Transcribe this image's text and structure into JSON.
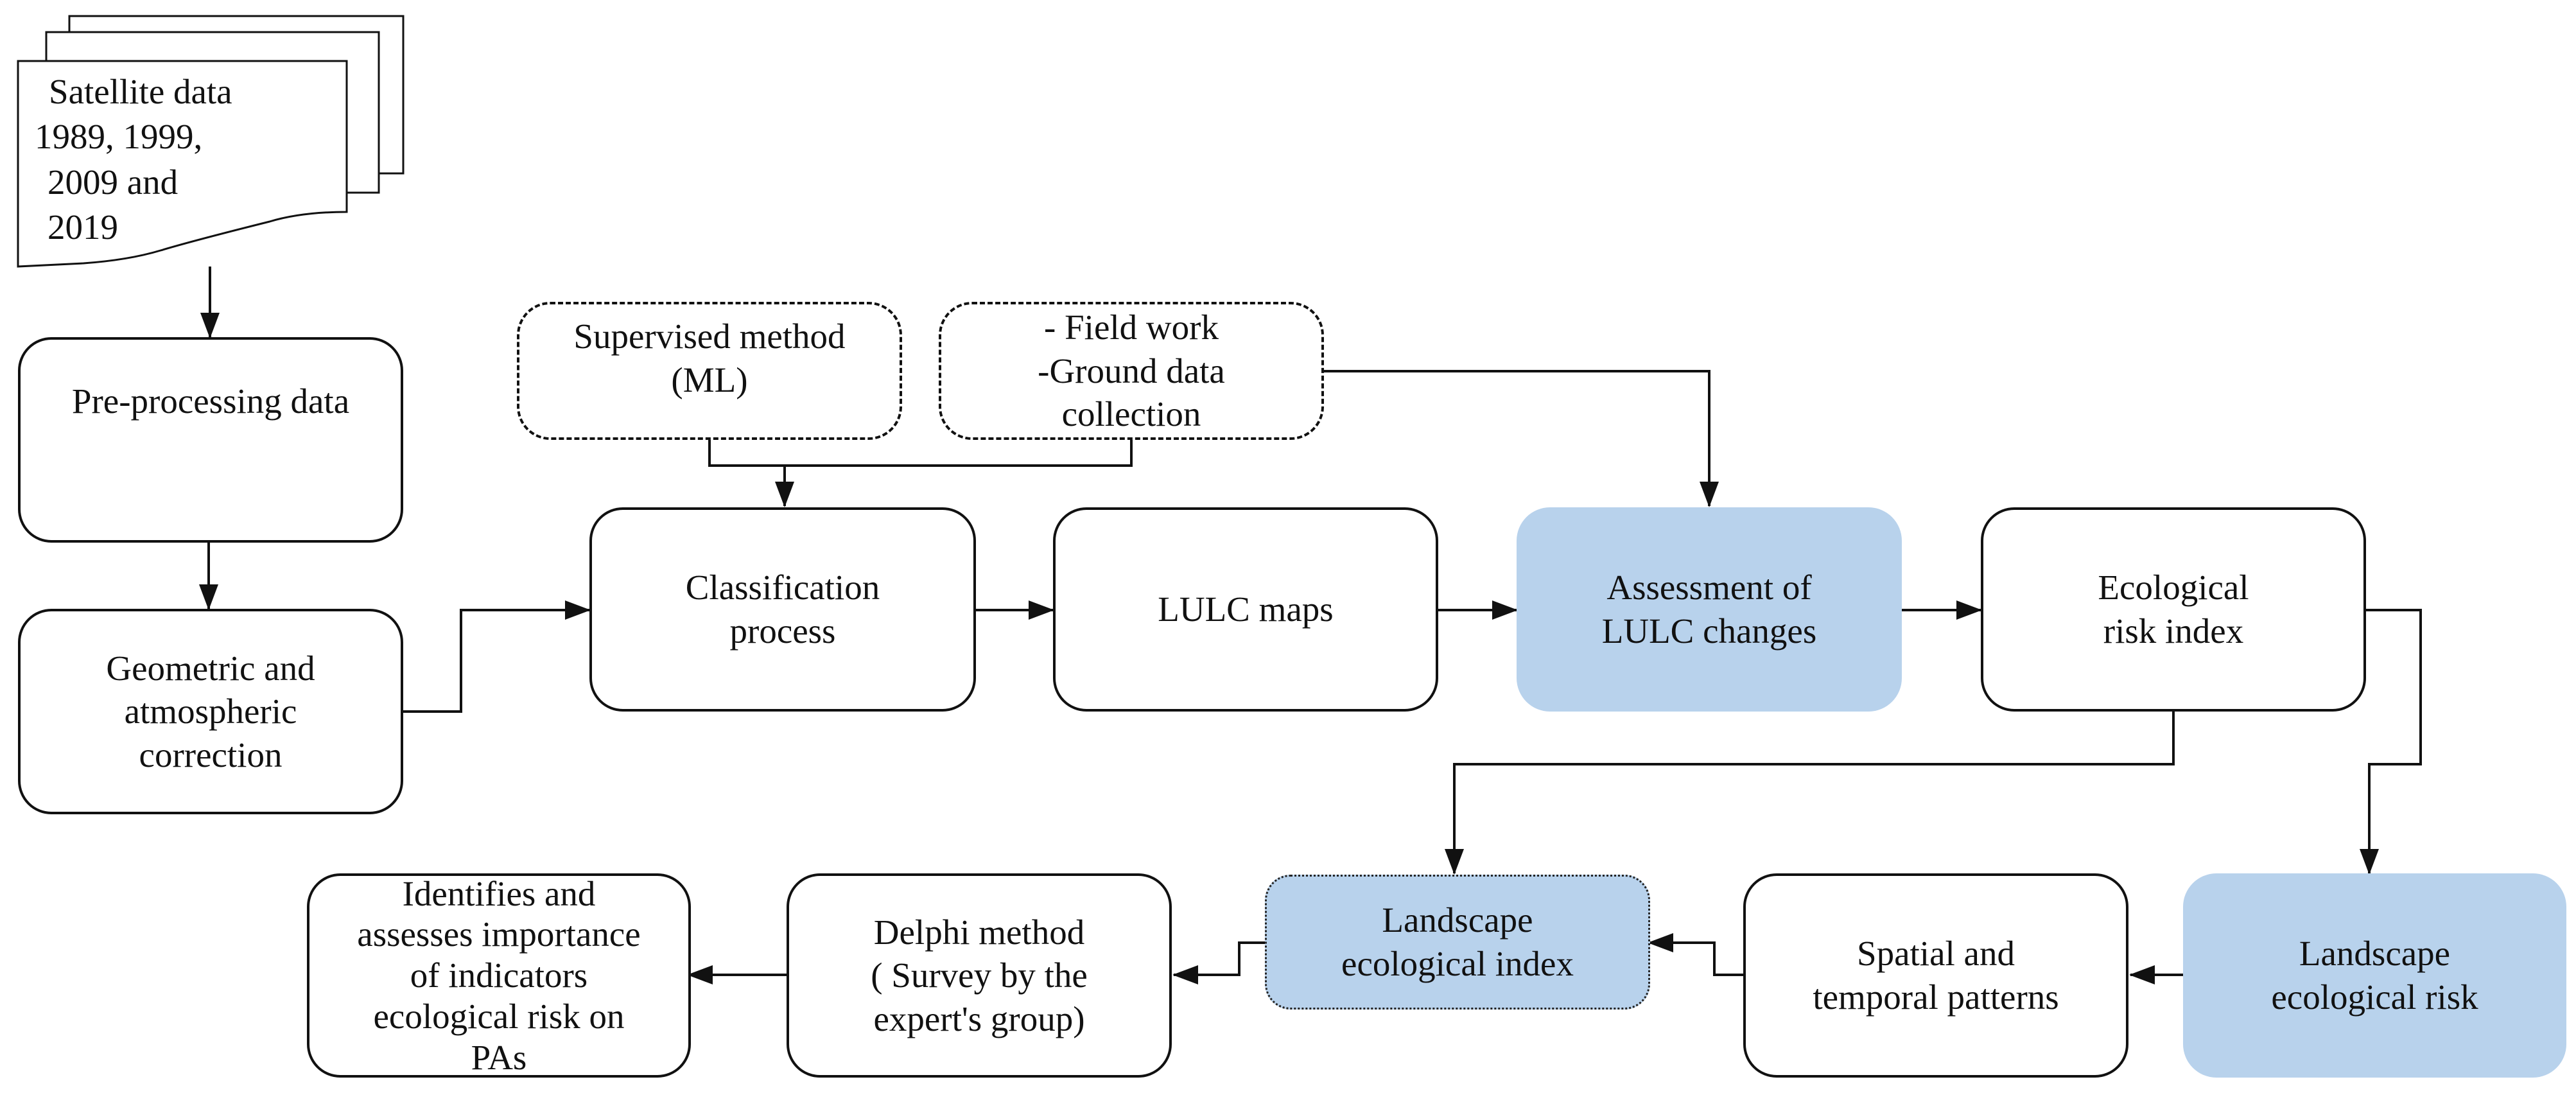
{
  "nodes": {
    "satellite": {
      "lines": [
        "Satellite data",
        "1989, 1999,",
        "2009 and",
        "2019"
      ]
    },
    "preprocessing": {
      "lines": [
        "Pre-processing data"
      ]
    },
    "geometric": {
      "lines": [
        "Geometric and",
        "atmospheric",
        "correction"
      ]
    },
    "supervised": {
      "lines": [
        "Supervised method",
        "(ML)"
      ]
    },
    "fieldwork": {
      "lines": [
        "- Field work",
        "-Ground data",
        "collection"
      ]
    },
    "classification": {
      "lines": [
        "Classification",
        "process"
      ]
    },
    "lulc_maps": {
      "lines": [
        "LULC maps"
      ]
    },
    "assessment": {
      "lines": [
        "Assessment of",
        "LULC changes"
      ]
    },
    "risk_index": {
      "lines": [
        "Ecological",
        "risk index"
      ]
    },
    "landscape_index": {
      "lines": [
        "Landscape",
        "ecological index"
      ]
    },
    "landscape_risk": {
      "lines": [
        "Landscape",
        "ecological risk"
      ]
    },
    "spatial": {
      "lines": [
        "Spatial and",
        "temporal patterns"
      ]
    },
    "delphi": {
      "lines": [
        "Delphi method",
        "( Survey by the",
        "expert's group)"
      ]
    },
    "identifies": {
      "lines": [
        "Identifies and",
        "assesses importance",
        "of indicators",
        "ecological risk on",
        "PAs"
      ]
    }
  },
  "colors": {
    "highlight": "#b8d2ec",
    "line": "#111111"
  }
}
